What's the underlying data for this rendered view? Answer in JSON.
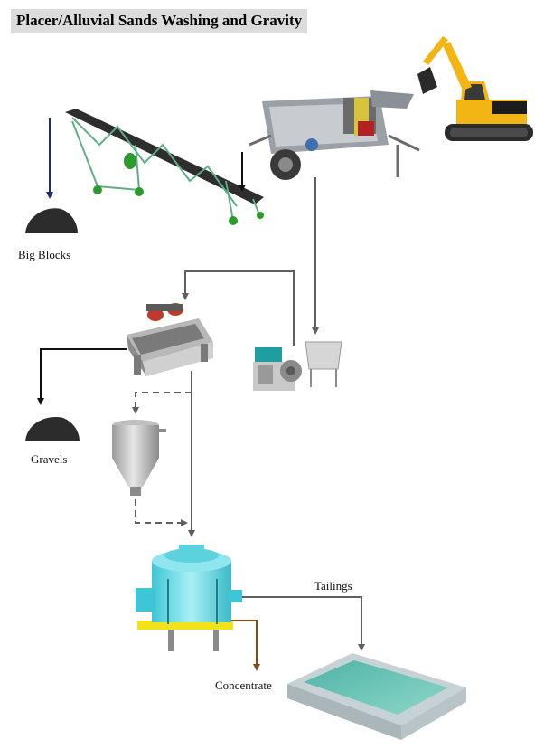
{
  "title": "Placer/Alluvial Sands Washing and Gravity",
  "labels": {
    "big_blocks": "Big Blocks",
    "gravels": "Gravels",
    "tailings": "Tailings",
    "concentrate": "Concentrate"
  },
  "colors": {
    "flow_arrow": "#5f5f5f",
    "blue_arrow": "#1c2f6b",
    "concentrate_arrow": "#8b4a12",
    "separator": "#6fe0ec",
    "excavator": "#f3b514"
  }
}
